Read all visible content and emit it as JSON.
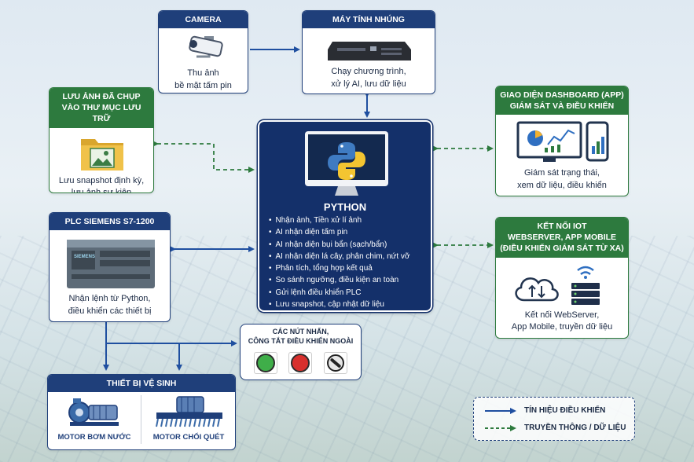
{
  "camera": {
    "title": "CAMERA",
    "caption": [
      "Thu ảnh",
      "bề mặt tấm pin"
    ]
  },
  "embedded_pc": {
    "title": "MÁY TÍNH NHÚNG",
    "caption": [
      "Chạy chương trình,",
      "xử lý AI, lưu dữ liệu"
    ]
  },
  "storage": {
    "title": [
      "LƯU ẢNH ĐÃ CHỤP",
      "VÀO THƯ MỤC LƯU TRỮ"
    ],
    "caption": [
      "Lưu snapshot định kỳ,",
      "lưu ảnh sự kiện"
    ]
  },
  "dashboard": {
    "title": [
      "GIAO DIỆN DASHBOARD (APP)",
      "GIÁM SÁT VÀ ĐIỀU KHIỂN"
    ],
    "caption": [
      "Giám sát trạng thái,",
      "xem dữ liệu, điều khiển"
    ]
  },
  "iot": {
    "title": [
      "KẾT NỐI IOT",
      "WEBSERVER, APP MOBILE",
      "(ĐIỀU KHIỂN GIÁM SÁT TỪ XA)"
    ],
    "caption": [
      "Kết nối WebServer,",
      "App Mobile, truyền dữ liệu"
    ]
  },
  "plc": {
    "title": "PLC SIEMENS S7-1200",
    "device_label": "SIEMENS",
    "caption": [
      "Nhận lệnh từ Python,",
      "điều khiển các thiết bị"
    ]
  },
  "python": {
    "title": "PYTHON",
    "items": [
      "Nhận ảnh, Tiền xử lí ảnh",
      "AI nhận diện tấm pin",
      "AI nhận diện bụi bẩn (sạch/bẩn)",
      "AI nhận diện lá cây, phân chim, nứt vỡ",
      "Phân tích, tổng hợp kết quả",
      "So sánh ngưỡng, điều kiện an toàn",
      "Gửi lệnh điều khiển PLC",
      "Lưu snapshot, cập nhật dữ liệu"
    ]
  },
  "buttons": {
    "title": [
      "CÁC NÚT NHẤN,",
      "CÔNG TẮT ĐIỀU KHIỂN NGOÀI"
    ]
  },
  "cleaning": {
    "title": "THIẾT BỊ VỆ SINH",
    "pump": "MOTOR BƠM NƯỚC",
    "brush": "MOTOR CHỔI QUÉT"
  },
  "legend": {
    "control": "TÍN HIỆU ĐIỀU KHIỂN",
    "comm": "TRUYỀN THÔNG / DỮ LIỆU"
  },
  "colors": {
    "navy": "#1f3f7a",
    "green": "#2d7a3e",
    "python_bg": "#14306a"
  }
}
